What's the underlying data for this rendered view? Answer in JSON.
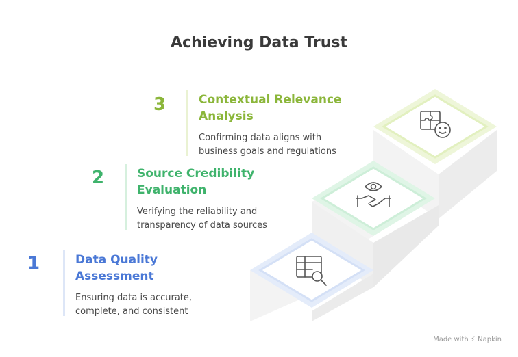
{
  "title": "Achieving Data Trust",
  "steps": [
    {
      "number": "1",
      "heading_line1": "Data Quality",
      "heading_line2": "Assessment",
      "desc_line1": "Ensuring data is accurate,",
      "desc_line2": "complete, and consistent",
      "color": "#4a78d6",
      "icon": "table-search-icon"
    },
    {
      "number": "2",
      "heading_line1": "Source Credibility",
      "heading_line2": "Evaluation",
      "desc_line1": "Verifying the reliability and",
      "desc_line2": "transparency of data sources",
      "color": "#3fb36c",
      "icon": "eye-handshake-icon"
    },
    {
      "number": "3",
      "heading_line1": "Contextual Relevance",
      "heading_line2": "Analysis",
      "desc_line1": "Confirming data aligns with",
      "desc_line2": "business goals and regulations",
      "color": "#8bb63a",
      "icon": "puzzle-face-icon"
    }
  ],
  "footer": {
    "made_with": "Made with",
    "brand": "Napkin"
  }
}
